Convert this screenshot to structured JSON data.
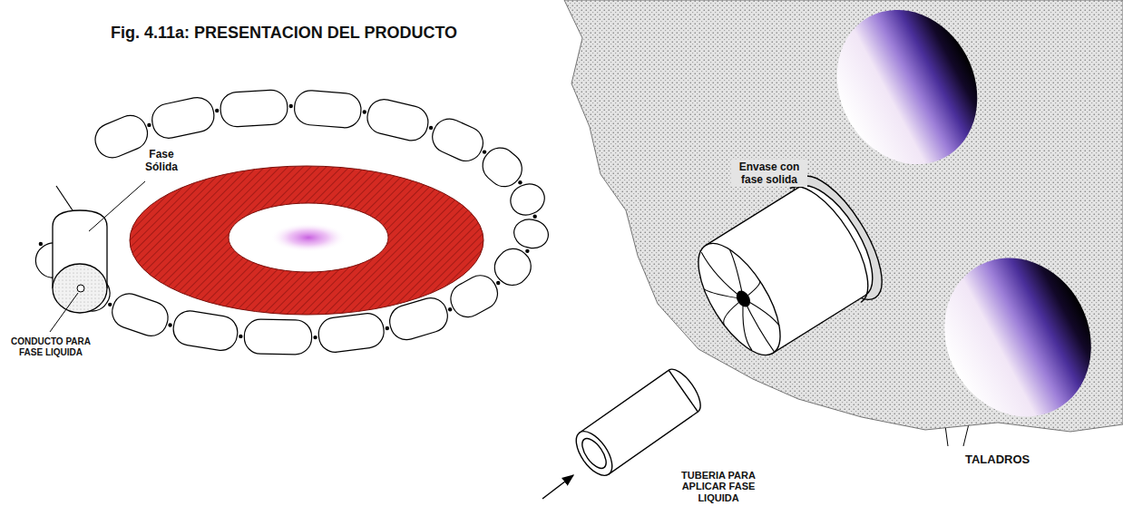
{
  "diagram": {
    "title": "Fig. 4.11a: PRESENTACION DEL PRODUCTO",
    "labels": [
      "Fase Sólida",
      "CONDUCTO PARA FASE LIQUIDA",
      "Envase con fase solida",
      "TUBERIA PARA APLICAR FASE LIQUIDA",
      "TALADROS"
    ]
  }
}
